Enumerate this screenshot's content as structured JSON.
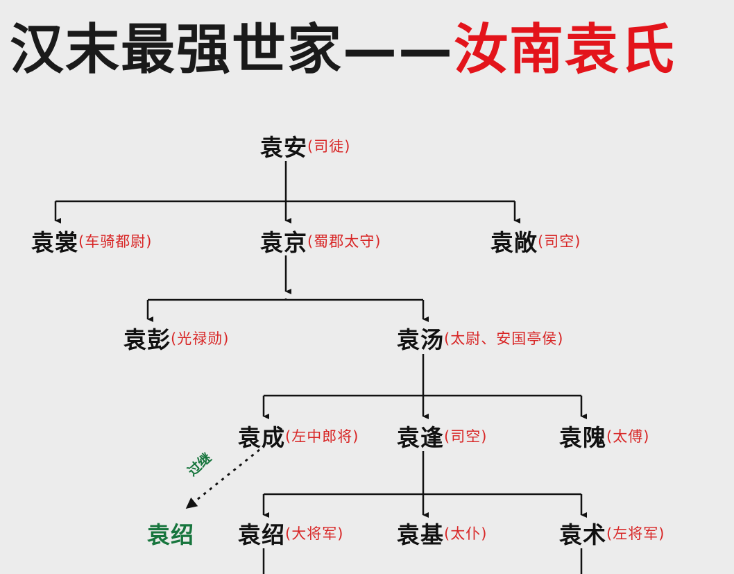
{
  "title": {
    "main": "汉末最强世家",
    "dash": "——",
    "highlight": "汝南袁氏"
  },
  "nodes": {
    "yuan_an": {
      "name": "袁安",
      "role": "(司徒)"
    },
    "yuan_chang": {
      "name": "袁裳",
      "role": "(车骑都尉)"
    },
    "yuan_jing": {
      "name": "袁京",
      "role": "(蜀郡太守)"
    },
    "yuan_chang2": {
      "name": "袁敞",
      "role": "(司空)"
    },
    "yuan_peng": {
      "name": "袁彭",
      "role": "(光禄勋)"
    },
    "yuan_tang": {
      "name": "袁汤",
      "role": "(太尉、安国亭侯)"
    },
    "yuan_cheng": {
      "name": "袁成",
      "role": "(左中郎将)"
    },
    "yuan_feng": {
      "name": "袁逢",
      "role": "(司空)"
    },
    "yuan_wei": {
      "name": "袁隗",
      "role": "(太傅)"
    },
    "yuan_shao_adopted": {
      "name": "袁绍"
    },
    "yuan_shao": {
      "name": "袁绍",
      "role": "(大将军)"
    },
    "yuan_ji": {
      "name": "袁基",
      "role": "(太仆)"
    },
    "yuan_shu": {
      "name": "袁术",
      "role": "(左将军)"
    }
  },
  "adoption_label": "过继",
  "colors": {
    "background": "#ececec",
    "name": "#111111",
    "role": "#d82626",
    "highlight": "#e3141b",
    "adopted": "#17753d"
  }
}
